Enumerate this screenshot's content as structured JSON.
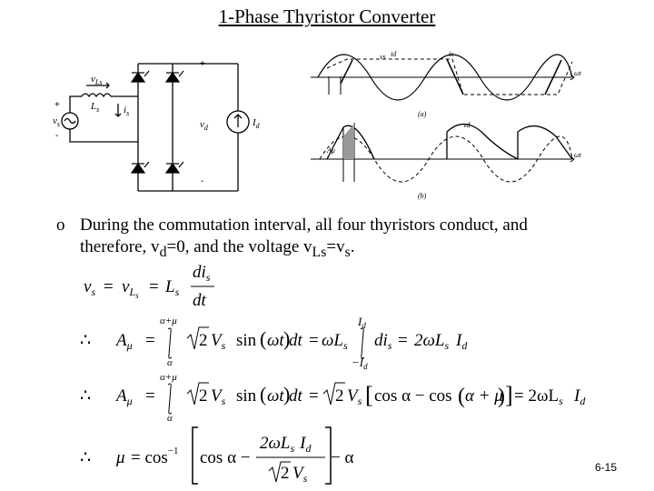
{
  "title": "1-Phase Thyristor Converter",
  "circuit": {
    "labels": {
      "vs": "v",
      "vs_sub": "s",
      "vLs": "v",
      "vLs_sub": "Ls",
      "Ls": "L",
      "Ls_sub": "s",
      "is": "i",
      "is_sub": "s",
      "vd": "v",
      "vd_sub": "d",
      "Id": "I",
      "Id_sub": "d",
      "plus": "+",
      "minus": "-"
    }
  },
  "waveforms": {
    "top_labels": [
      "vs",
      "id",
      "is",
      "ωt",
      "(a)"
    ],
    "bottom_labels": [
      "vd",
      "Aμ",
      "ωt",
      "(b)"
    ]
  },
  "bullet": {
    "marker": "o",
    "line1": "During the commutation interval, all four thyristors conduct, and",
    "line2_a": "therefore, v",
    "line2_sub_d": "d",
    "line2_b": "=0, and the voltage v",
    "line2_sub_Ls": "Ls",
    "line2_c": "=v",
    "line2_sub_s": "s",
    "line2_d": "."
  },
  "equations": {
    "eq1": {
      "lhs": "v",
      "lhs_sub": "s",
      "eq1": "=",
      "v": "v",
      "v_sub": "L",
      "v_subsub": "s",
      "eq2": "=",
      "L": "L",
      "L_sub": "s",
      "num": "di",
      "num_sub": "s",
      "den": "dt"
    },
    "eq2": {
      "therefore": "∴",
      "A": "A",
      "A_sub": "μ",
      "eq": "=",
      "upper": "α+μ",
      "lower": "α",
      "sqrt2": "2",
      "V": "V",
      "V_sub": "s",
      "sin": "sin",
      "omega_t": "ωt",
      "dt": "dt",
      "eq2": "=",
      "omegaL": "ωL",
      "omegaL_sub": "s",
      "upper2": "I",
      "upper2_sub": "d",
      "lower2": "−I",
      "lower2_sub": "d",
      "dis": "di",
      "dis_sub": "s",
      "eq3": "=",
      "rhs": "2ωL",
      "rhs_sub": "s",
      "rhs_I": "I",
      "rhs_I_sub": "d"
    },
    "eq3": {
      "therefore": "∴",
      "A": "A",
      "A_sub": "μ",
      "eq": "=",
      "upper": "α+μ",
      "lower": "α",
      "sqrt2": "2",
      "V": "V",
      "V_sub": "s",
      "sin": "sin",
      "omega_t": "ωt",
      "dt": "dt",
      "eq2": "=",
      "sqrt2b": "2",
      "V2": "V",
      "V2_sub": "s",
      "cos1": "cos α − cos",
      "alpha_mu": "α + μ",
      "eq3": "= 2ωL",
      "rhs_sub": "s",
      "rhs_I": "I",
      "rhs_I_sub": "d"
    },
    "eq4": {
      "therefore": "∴",
      "mu": "μ",
      "eq": "= cos",
      "exp": "−1",
      "cos": "cos α −",
      "num": "2ωL",
      "num_sub": "s",
      "num_I": "I",
      "num_I_sub": "d",
      "den_sqrt2": "2",
      "den_V": "V",
      "den_V_sub": "s",
      "minus_alpha": "− α"
    }
  },
  "page_number": "6-15"
}
